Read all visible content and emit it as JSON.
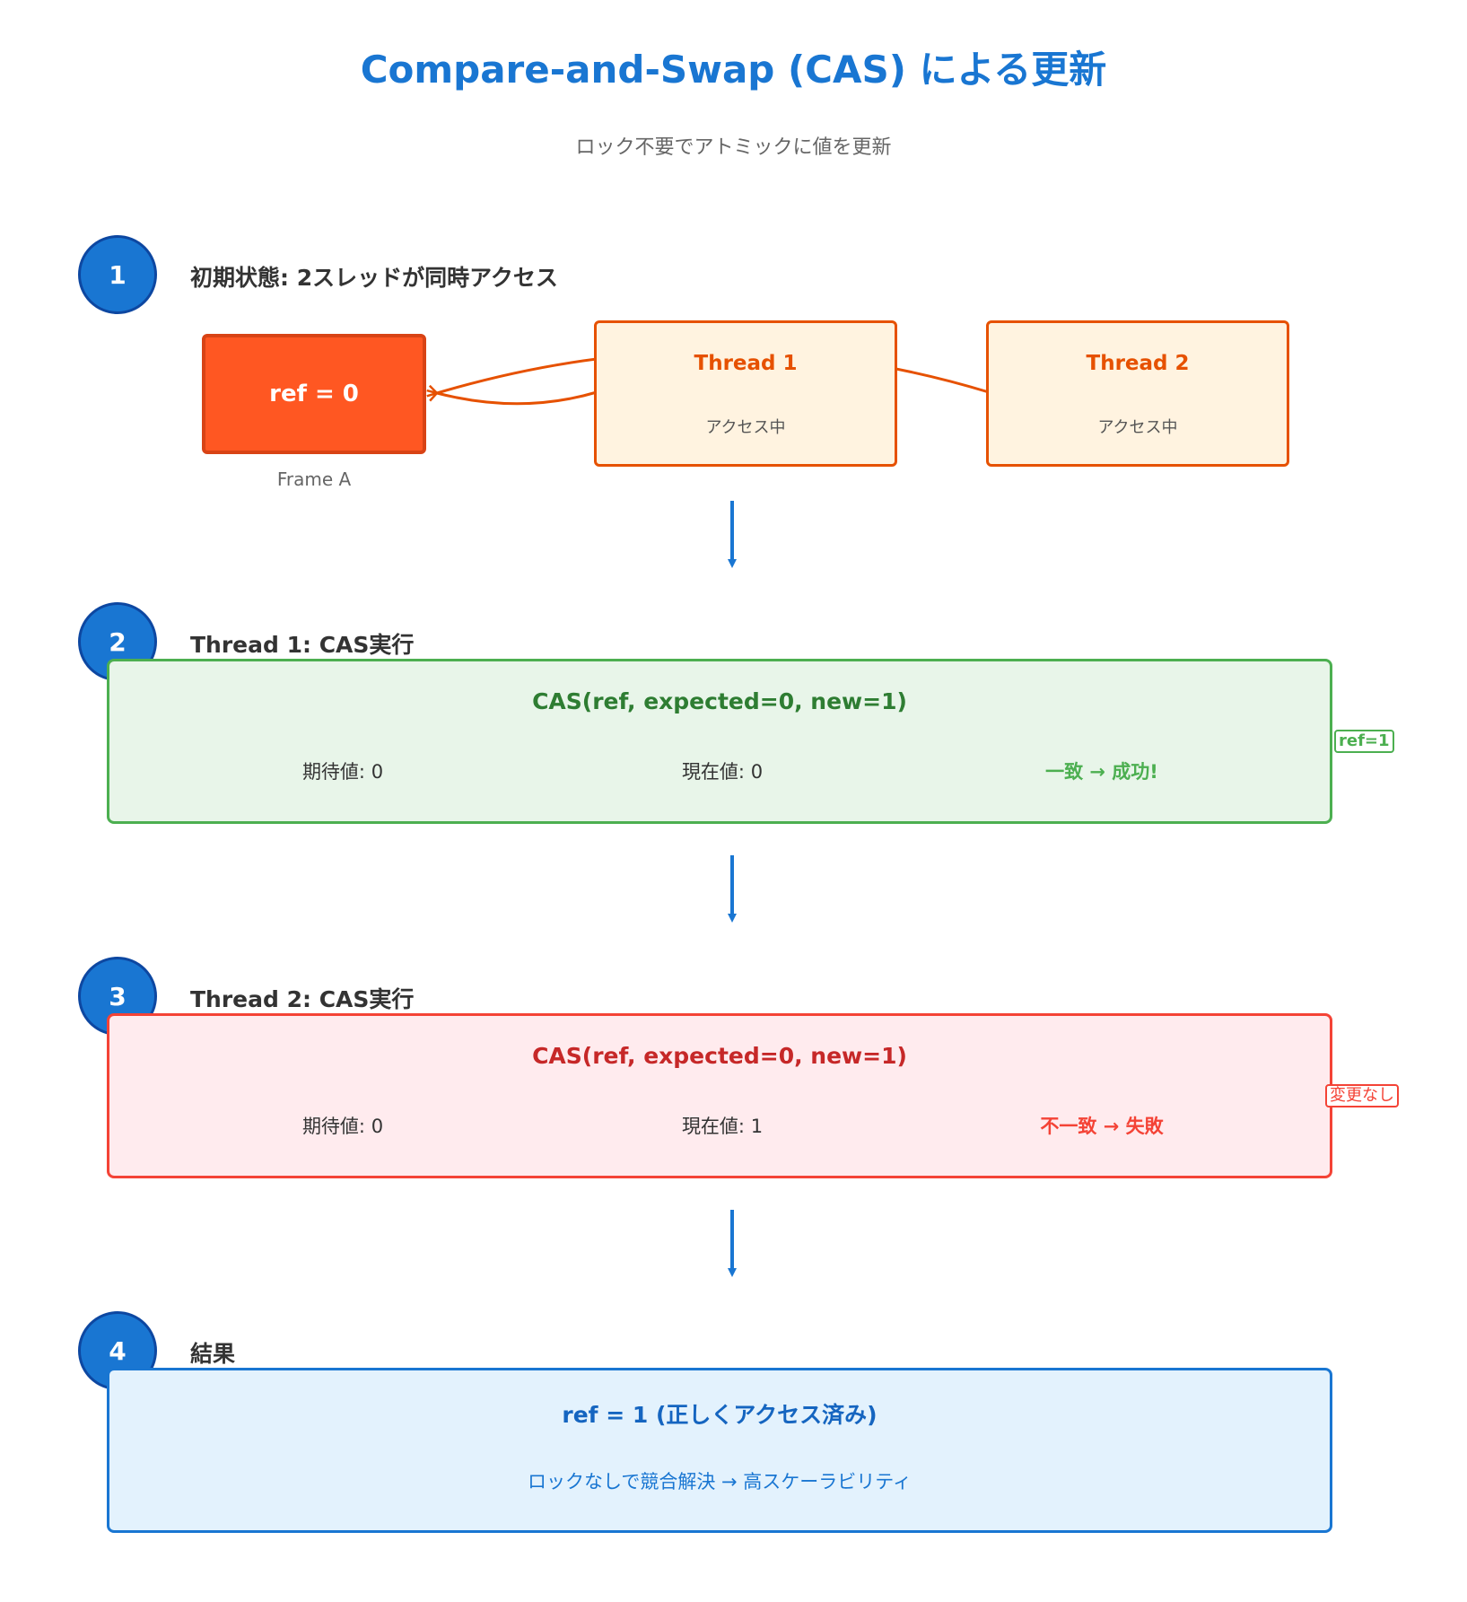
{
  "header": {
    "title": "Compare-and-Swap (CAS) による更新",
    "subtitle": "ロック不要でアトミックに値を更新"
  },
  "steps": [
    {
      "number": "1",
      "title": "初期状態: 2スレッドが同時アクセス"
    },
    {
      "number": "2",
      "title": "Thread 1: CAS実行"
    },
    {
      "number": "3",
      "title": "Thread 2: CAS実行"
    },
    {
      "number": "4",
      "title": "結果"
    }
  ],
  "step1": {
    "frame_value": "ref = 0",
    "frame_label": "Frame A",
    "threads": [
      {
        "name": "Thread 1",
        "status": "アクセス中"
      },
      {
        "name": "Thread 2",
        "status": "アクセス中"
      }
    ]
  },
  "step2": {
    "operation": "CAS(ref, expected=0, new=1)",
    "expected": "期待値: 0",
    "current": "現在値: 0",
    "outcome": "一致 → 成功!",
    "badge": "ref=1"
  },
  "step3": {
    "operation": "CAS(ref, expected=0, new=1)",
    "expected": "期待値: 0",
    "current": "現在値: 1",
    "outcome": "不一致 → 失敗",
    "badge": "変更なし"
  },
  "step4": {
    "result": "ref = 1 (正しくアクセス済み)",
    "note": "ロックなしで競合解決 → 高スケーラビリティ"
  },
  "colors": {
    "primary": "#1976d2",
    "frame": "#ff5722",
    "thread": "#e65100",
    "success": "#4caf50",
    "failure": "#f44336"
  }
}
